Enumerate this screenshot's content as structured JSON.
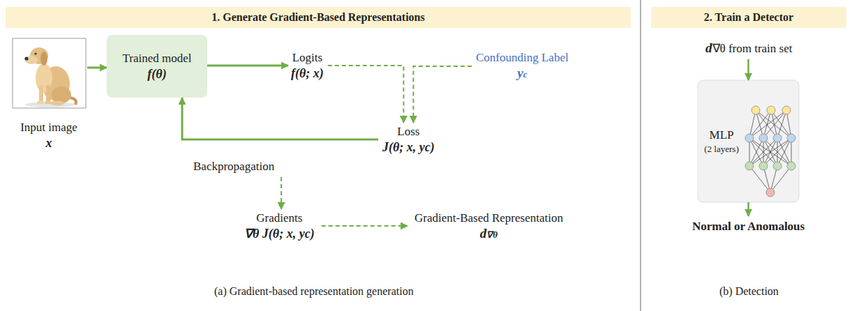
{
  "diagram": {
    "nodes": [
      {
        "text": [
          "1. Generate Gradient-Based Representations"
        ]
      },
      {
        "text": [
          "2. Train a Detector"
        ]
      },
      {
        "text": [
          "Input image",
          "x"
        ]
      },
      {
        "text": [
          "Trained model",
          "f(θ)"
        ]
      },
      {
        "text": [
          "Logits",
          "f(θ; x)"
        ]
      },
      {
        "text": [
          "Confounding Label",
          "yc"
        ]
      },
      {
        "text": [
          "Loss",
          "J(θ; x, yc)"
        ]
      },
      {
        "text": [
          "Backpropagation"
        ]
      },
      {
        "text": [
          "Gradients",
          "∇θ J(θ; x, yc)"
        ]
      },
      {
        "text": [
          "Gradient-Based Representation",
          "d∇θ"
        ]
      },
      {
        "text": [
          "d∇θ from train set"
        ]
      },
      {
        "text": [
          "MLP",
          "(2 layers)"
        ]
      },
      {
        "text": [
          "Normal or Anomalous"
        ]
      }
    ],
    "edges": [
      {
        "from": 2,
        "to": 3,
        "arrow": "to"
      },
      {
        "from": 3,
        "to": 4,
        "arrow": "to"
      },
      {
        "from": 4,
        "to": 6,
        "arrow": "to"
      },
      {
        "from": 5,
        "to": 6,
        "arrow": "to"
      },
      {
        "from": 6,
        "to": 3,
        "arrow": "to"
      },
      {
        "from": 7,
        "to": 8,
        "arrow": "to"
      },
      {
        "from": 8,
        "to": 9,
        "arrow": "to"
      },
      {
        "from": 10,
        "to": 11,
        "arrow": "to"
      },
      {
        "from": 11,
        "to": 12,
        "arrow": "to"
      }
    ],
    "labels": [
      "(a) Gradient-based representation generation",
      "(b) Detection"
    ]
  }
}
